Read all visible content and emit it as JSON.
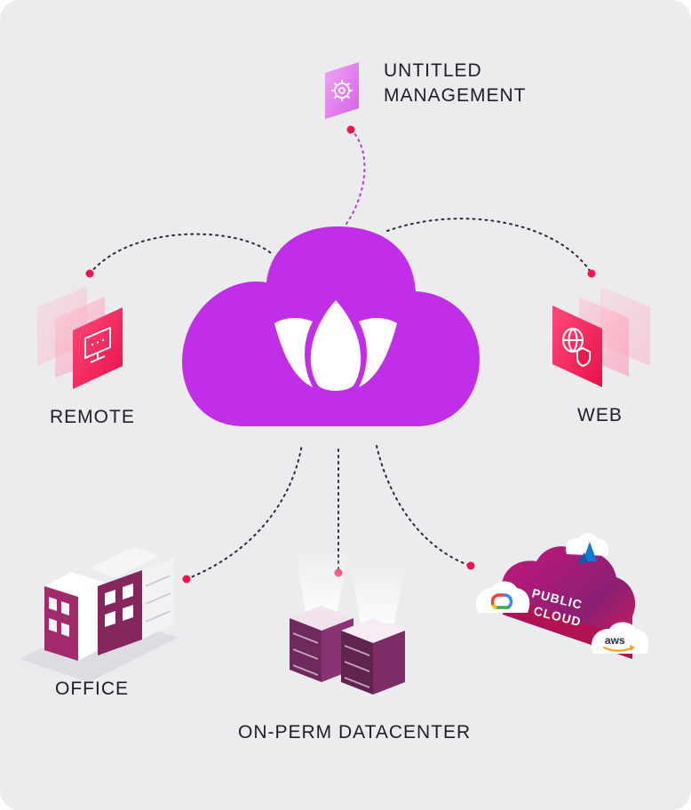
{
  "nodes": {
    "management": {
      "line1": "UNTITLED",
      "line2": "MANAGEMENT",
      "icon": "gear-icon"
    },
    "remote": {
      "label": "REMOTE",
      "icon": "monitor-chat-icon"
    },
    "web": {
      "label": "WEB",
      "icon": "globe-shield-icon"
    },
    "office": {
      "label": "OFFICE",
      "icon": "office-building-icon"
    },
    "datacenter": {
      "label": "ON-PERM DATACENTER",
      "icon": "server-stack-icon"
    },
    "public_cloud": {
      "line1": "PUBLIC",
      "line2": "CLOUD",
      "providers": [
        "aws"
      ],
      "provider_icons": [
        "azure-icon",
        "google-cloud-icon",
        "aws-icon"
      ]
    },
    "hub": {
      "icon": "lotus-icon"
    }
  },
  "colors": {
    "background": "#ececef",
    "hub_purple": "#c12ee8",
    "accent_red": "#f0154f",
    "accent_pink": "#ff3d74",
    "management_lilac": "#e07cf0",
    "server_plum": "#6e2a5c",
    "office_plum": "#86265f",
    "text": "#1e1e24"
  }
}
